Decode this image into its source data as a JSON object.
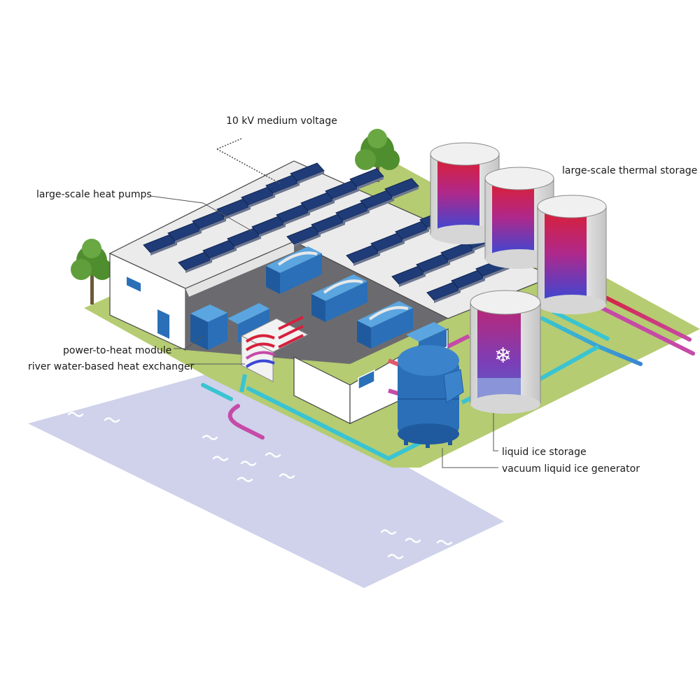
{
  "labels": {
    "medium_voltage": "10 kV medium voltage",
    "heat_pumps": "large-scale heat pumps",
    "thermal_storage": "large-scale thermal storage",
    "power_to_heat": "power-to-heat module",
    "river_heat_exchanger": "river water-based heat exchanger",
    "liquid_ice_storage": "liquid ice storage",
    "vacuum_ice_generator": "vacuum liquid ice generator"
  },
  "icons": {
    "ice": "snowflake-icon",
    "river": "water-waves-icon",
    "solar": "solar-panel-icon"
  },
  "colors": {
    "lawn": "#b5cc72",
    "river": "#cfd2ea",
    "building_wall": "#ffffff",
    "building_floor": "#6b6b6f",
    "solar_panel": "#1f3c78",
    "equipment": "#2a6fb8",
    "hot": "#d6203c",
    "warm": "#c64aa8",
    "cold": "#3b48d4",
    "pipe_cyan": "#3ac4d2",
    "tank_silver": "#e6e6e6",
    "tree": "#4f8e2e"
  }
}
